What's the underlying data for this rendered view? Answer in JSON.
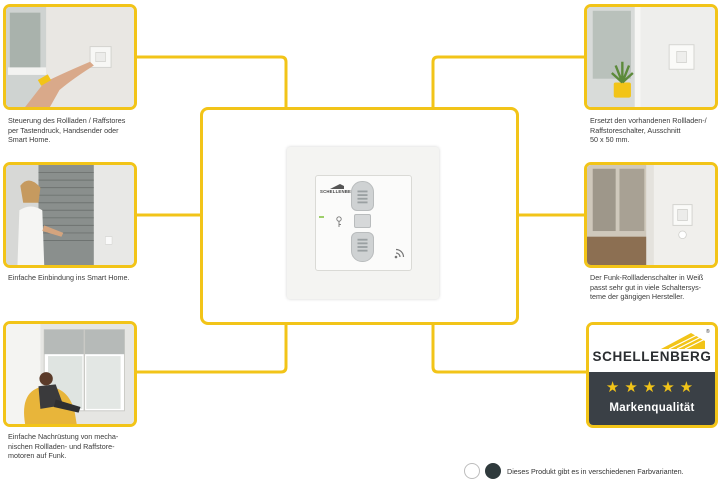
{
  "captions": {
    "top_left": "Steuerung des Rollladen / Raffstores\nper Tastendruck, Handsender oder\nSmart Home.",
    "mid_left": "Einfache Einbindung ins Smart Home.",
    "bottom_left": "Einfache Nachrüstung von mecha-\nnischen Rollladen- und Raffstore-\nmotoren auf Funk.",
    "top_right": "Ersetzt den vorhandenen Rollladen-/\nRaffstoreschalter, Ausschnitt\n50 x 50 mm.",
    "mid_right": "Der Funk-Rollladenschalter in Weiß\npasst sehr gut in viele Schaltersys-\nteme der gängigen Hersteller."
  },
  "product": {
    "brand_label": "SCHELLENBERG"
  },
  "badge": {
    "brand": "SCHELLENBERG",
    "registered": "®",
    "stars": "★★★★★",
    "quality": "Markenqualität"
  },
  "color_variants": {
    "note": "Dieses Produkt gibt es in verschiedenen Farbvarianten.",
    "swatches": [
      "#ffffff",
      "#2f3a3c"
    ]
  },
  "accent_color": "#f2c418",
  "icons": [
    "key-icon",
    "wifi-signal-icon",
    "roof-logo-icon",
    "star-icon"
  ]
}
